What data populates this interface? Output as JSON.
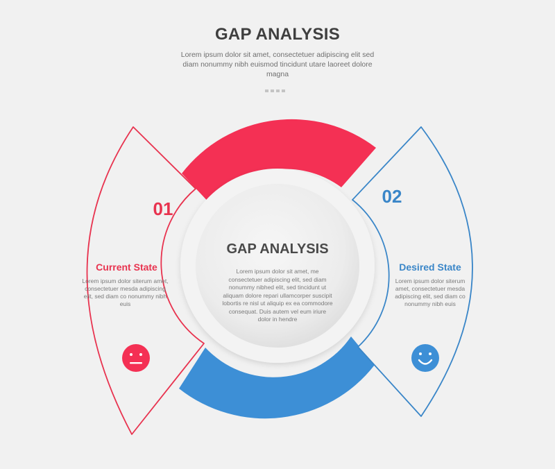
{
  "header": {
    "title": "GAP ANALYSIS",
    "subtitle": "Lorem ipsum dolor sit amet, consectetuer adipiscing elit sed diam nonummy nibh euismod tincidunt utare laoreet dolore magna"
  },
  "center": {
    "title": "GAP ANALYSIS",
    "description": "Lorem ipsum dolor sit amet, me consectetuer adipiscing elit, sed diam nonummy nibhed elit, sed tincidunt ut aliquam dolore repari ullamcorper suscipit lobortis re nisl ut aliquip ex ea commodore consequat. Duis autem vel eum iriure dolor in hendre"
  },
  "items": [
    {
      "number": "01",
      "title": "Current State",
      "description": "Lorem ipsum dolor siterum amet, consectetuer mesda adipiscing elit, sed diam co nonummy nibh euis",
      "icon": "neutral-face-icon",
      "color": "#e8334f"
    },
    {
      "number": "02",
      "title": "Desired State",
      "description": "Lorem ipsum dolor siterum amet, consectetuer mesda adipiscing elit, sed diam co nonummy nibh euis",
      "icon": "smiley-face-icon",
      "color": "#3a86c8"
    }
  ],
  "colors": {
    "red": "#f43054",
    "blue": "#3d8fd6",
    "background": "#f1f1f1"
  }
}
